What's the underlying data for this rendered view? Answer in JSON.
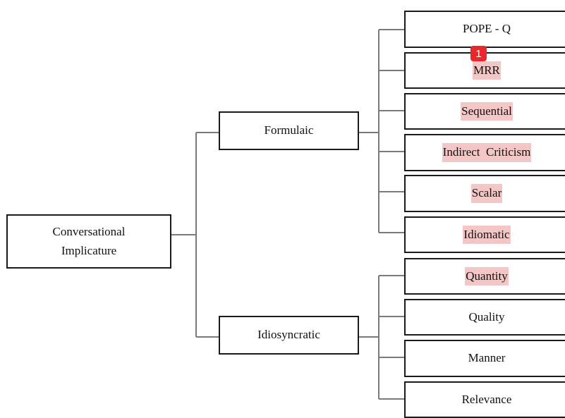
{
  "root": {
    "line1": "Conversational",
    "line2": "Implicature"
  },
  "branches": [
    {
      "label": "Formulaic",
      "leaves": [
        {
          "label": "POPE - Q",
          "highlighted": false
        },
        {
          "label": "MRR",
          "highlighted": true
        },
        {
          "label": "Sequential",
          "highlighted": true
        },
        {
          "label": "Indirect  Criticism",
          "highlighted": true
        },
        {
          "label": "Scalar",
          "highlighted": true
        },
        {
          "label": "Idiomatic",
          "highlighted": true
        }
      ]
    },
    {
      "label": "Idiosyncratic",
      "leaves": [
        {
          "label": "Quantity",
          "highlighted": true
        },
        {
          "label": "Quality",
          "highlighted": false
        },
        {
          "label": "Manner",
          "highlighted": false
        },
        {
          "label": "Relevance",
          "highlighted": false
        }
      ]
    }
  ],
  "marker": {
    "label": "1",
    "color": "#e8282b"
  },
  "colors": {
    "highlight": "#f4c6c6",
    "line": "#7a7a7a",
    "border": "#1a1a1a"
  }
}
